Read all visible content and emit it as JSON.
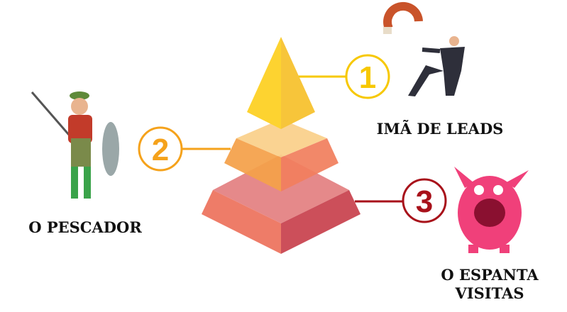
{
  "steps": [
    {
      "number": "1",
      "label": "IMÃ DE LEADS",
      "color": "#f7c800"
    },
    {
      "number": "2",
      "label": "O PESCADOR",
      "color": "#f5a21b"
    },
    {
      "number": "3",
      "label": "O ESPANTA VISITAS",
      "color": "#a8111a"
    }
  ],
  "illustrations": [
    "businessman-with-magnet",
    "fisherman-with-fish",
    "pink-monster"
  ]
}
